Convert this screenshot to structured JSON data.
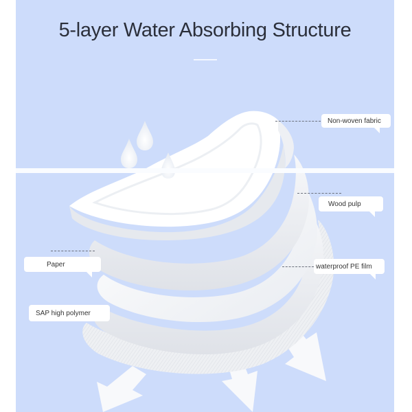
{
  "header": {
    "title": "5-layer Water Absorbing Structure"
  },
  "layers": [
    {
      "id": "non-woven-fabric",
      "label": "Non-woven fabric"
    },
    {
      "id": "wood-pulp",
      "label": "Wood pulp"
    },
    {
      "id": "waterproof-pe-film",
      "label": "waterproof PE film"
    },
    {
      "id": "paper",
      "label": "Paper"
    },
    {
      "id": "sap-high-polymer",
      "label": "SAP high polymer"
    }
  ],
  "icons": {
    "drops": "water-drop-icon",
    "arrows": "arrow-down-icon"
  },
  "colors": {
    "background": "#cddcfb",
    "band": "#fafcff",
    "title": "#2b2f3a",
    "label_bg": "#ffffff",
    "label_text": "#333333",
    "leader_line": "#6a6f7b"
  }
}
